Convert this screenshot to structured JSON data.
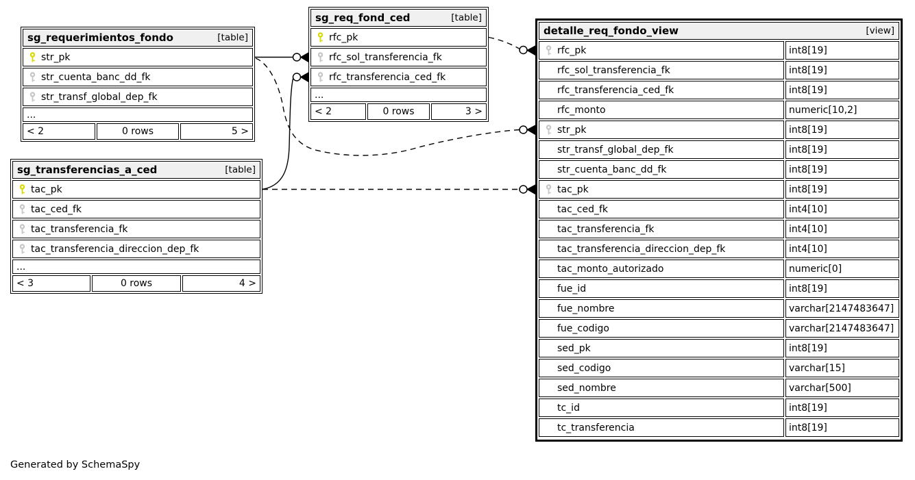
{
  "page": {
    "credit": "Generated by SchemaSpy"
  },
  "colors": {
    "primary_key_icon": "#d9d900",
    "foreign_key_icon": "#c6c6c6",
    "node_header_bg": "#f0f0f0",
    "node_border": "#000000",
    "background": "#ffffff"
  },
  "icons": {
    "primary_key": "key-icon",
    "foreign_key": "key-icon"
  },
  "nodes": {
    "sg_requerimientos_fondo": {
      "title": "sg_requerimientos_fondo",
      "kind": "[table]",
      "columns": [
        {
          "name": "str_pk",
          "key": "pk"
        },
        {
          "name": "str_cuenta_banc_dd_fk",
          "key": "fk"
        },
        {
          "name": "str_transf_global_dep_fk",
          "key": "fk"
        }
      ],
      "ellipsis": "...",
      "footer": {
        "left": "< 2",
        "center": "0 rows",
        "right": "5 >"
      }
    },
    "sg_req_fond_ced": {
      "title": "sg_req_fond_ced",
      "kind": "[table]",
      "columns": [
        {
          "name": "rfc_pk",
          "key": "pk"
        },
        {
          "name": "rfc_sol_transferencia_fk",
          "key": "fk"
        },
        {
          "name": "rfc_transferencia_ced_fk",
          "key": "fk"
        }
      ],
      "ellipsis": "...",
      "footer": {
        "left": "< 2",
        "center": "0 rows",
        "right": "3 >"
      }
    },
    "sg_transferencias_a_ced": {
      "title": "sg_transferencias_a_ced",
      "kind": "[table]",
      "columns": [
        {
          "name": "tac_pk",
          "key": "pk"
        },
        {
          "name": "tac_ced_fk",
          "key": "fk"
        },
        {
          "name": "tac_transferencia_fk",
          "key": "fk"
        },
        {
          "name": "tac_transferencia_direccion_dep_fk",
          "key": "fk"
        }
      ],
      "ellipsis": "...",
      "footer": {
        "left": "< 3",
        "center": "0 rows",
        "right": "4 >"
      }
    },
    "detalle_req_fondo_view": {
      "title": "detalle_req_fondo_view",
      "kind": "[view]",
      "columns": [
        {
          "name": "rfc_pk",
          "type": "int8[19]",
          "key": "fk"
        },
        {
          "name": "rfc_sol_transferencia_fk",
          "type": "int8[19]",
          "key": null
        },
        {
          "name": "rfc_transferencia_ced_fk",
          "type": "int8[19]",
          "key": null
        },
        {
          "name": "rfc_monto",
          "type": "numeric[10,2]",
          "key": null
        },
        {
          "name": "str_pk",
          "type": "int8[19]",
          "key": "fk"
        },
        {
          "name": "str_transf_global_dep_fk",
          "type": "int8[19]",
          "key": null
        },
        {
          "name": "str_cuenta_banc_dd_fk",
          "type": "int8[19]",
          "key": null
        },
        {
          "name": "tac_pk",
          "type": "int8[19]",
          "key": "fk"
        },
        {
          "name": "tac_ced_fk",
          "type": "int4[10]",
          "key": null
        },
        {
          "name": "tac_transferencia_fk",
          "type": "int4[10]",
          "key": null
        },
        {
          "name": "tac_transferencia_direccion_dep_fk",
          "type": "int4[10]",
          "key": null
        },
        {
          "name": "tac_monto_autorizado",
          "type": "numeric[0]",
          "key": null
        },
        {
          "name": "fue_id",
          "type": "int8[19]",
          "key": null
        },
        {
          "name": "fue_nombre",
          "type": "varchar[2147483647]",
          "key": null
        },
        {
          "name": "fue_codigo",
          "type": "varchar[2147483647]",
          "key": null
        },
        {
          "name": "sed_pk",
          "type": "int8[19]",
          "key": null
        },
        {
          "name": "sed_codigo",
          "type": "varchar[15]",
          "key": null
        },
        {
          "name": "sed_nombre",
          "type": "varchar[500]",
          "key": null
        },
        {
          "name": "tc_id",
          "type": "int8[19]",
          "key": null
        },
        {
          "name": "tc_transferencia",
          "type": "int8[19]",
          "key": null
        }
      ]
    }
  },
  "relationships": [
    {
      "from": "sg_requerimientos_fondo.str_pk",
      "to": "sg_req_fond_ced.rfc_sol_transferencia_fk",
      "style": "solid"
    },
    {
      "from": "sg_transferencias_a_ced.tac_pk",
      "to": "sg_req_fond_ced.rfc_transferencia_ced_fk",
      "style": "solid"
    },
    {
      "from": "sg_req_fond_ced.rfc_pk",
      "to": "detalle_req_fondo_view.rfc_pk",
      "style": "dashed"
    },
    {
      "from": "sg_requerimientos_fondo.str_pk",
      "to": "detalle_req_fondo_view.str_pk",
      "style": "dashed"
    },
    {
      "from": "sg_transferencias_a_ced.tac_pk",
      "to": "detalle_req_fondo_view.tac_pk",
      "style": "dashed"
    }
  ]
}
